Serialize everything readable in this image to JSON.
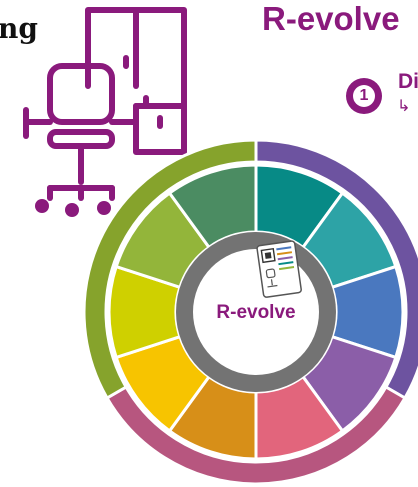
{
  "left_text": "ng",
  "title": "R-evolve",
  "step": {
    "number": "1",
    "label": "Di",
    "arrow": "↳"
  },
  "wheel": {
    "center_label": "R-evolve"
  },
  "colors": {
    "brand_purple": "#8a1a7c",
    "center_ring": "#737373",
    "outer_arc_green": "#86a32c",
    "outer_arc_pink": "#b7567f",
    "outer_arc_violet": "#6d53a0",
    "segments": [
      "#078a86",
      "#2da3a6",
      "#4a78bf",
      "#8b5ea8",
      "#e2657c",
      "#d78f18",
      "#f7c400",
      "#cfd000",
      "#93b53a",
      "#4b8c62"
    ]
  },
  "icons": [
    "office-chair-cabinet-icon",
    "document-qr-chair-icon"
  ]
}
